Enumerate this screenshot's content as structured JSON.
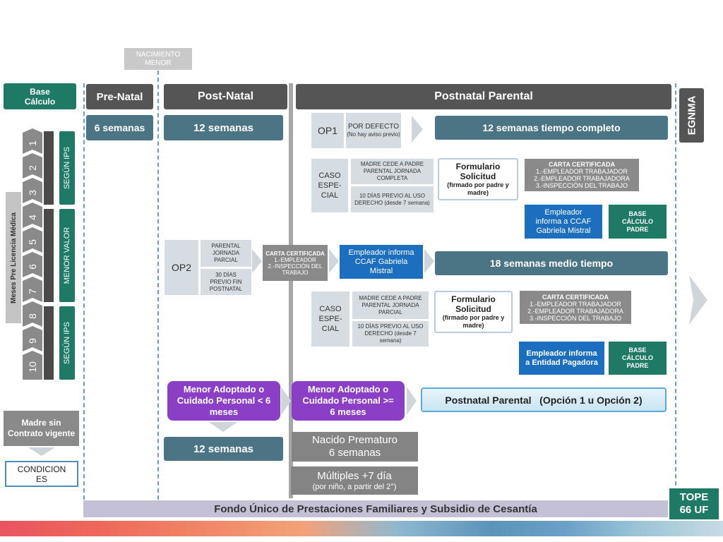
{
  "nacimiento": "NACIMIENTO MENOR",
  "base_calculo": "Base Cálculo",
  "headers": {
    "prenatal": "Pre-Natal",
    "postnatal": "Post-Natal",
    "postnatal_parental": "Postnatal Parental",
    "egnma": "EGNMA"
  },
  "weeks": {
    "prenatal": "6 semanas",
    "postnatal": "12 semanas"
  },
  "meses_label": "Meses Pre Licencia Médica",
  "months": [
    "1",
    "2",
    "3",
    "4",
    "5",
    "6",
    "7",
    "8",
    "9",
    "10"
  ],
  "side_labels": {
    "segun_ips_top": "SEGÚN IPS",
    "menor_valor": "MENOR VALOR",
    "segun_ips_bottom": "SEGÚN IPS"
  },
  "op1": {
    "label": "OP1",
    "default_title": "POR DEFECTO",
    "default_note": "(No hay aviso previo)",
    "result": "12 semanas tiempo completo"
  },
  "caso_especial": "CASO ESPE-CIAL",
  "case1": {
    "top": "MADRE CEDE A PADRE PARENTAL JORNADA COMPLETA",
    "bottom": "10 DÍAS PREVIO AL USO DERECHO (desde 7 semana)",
    "form_title": "Formulario Solicitud",
    "form_note": "(firmado por padre y madre)",
    "carta_title": "CARTA CERTIFICADA",
    "carta_1": "1.-EMPLEADOR TRABAJADOR",
    "carta_2": "2.-EMPLEADOR TRABAJADORA",
    "carta_3": "3.-INSPECCIÓN DEL TRABAJO",
    "empleador": "Empleador informa a CCAF Gabriela Mistral",
    "base": "BASE CÁLCULO PADRE"
  },
  "op2": {
    "label": "OP2",
    "top": "PARENTAL JORNADA PARCIAL",
    "bottom": "30 DÍAS PREVIO FIN POSTNATAL",
    "carta_title": "CARTA CERTIFICADA",
    "carta_1": "1.-EMPLEADOR",
    "carta_2": "2.-INSPECCIÓN DEL TRABAJO",
    "empleador": "Empleador informa CCAF Gabriela Mistral",
    "result": "18 semanas medio tiempo"
  },
  "case2": {
    "top": "MADRE CEDE A PADRE PARENTAL JORNADA PARCIAL",
    "bottom": "10 DÍAS PREVIO AL USO DERECHO (desde 7 semana)",
    "form_title": "Formulario Solicitud",
    "form_note": "(firmado por padre y madre)",
    "carta_title": "CARTA CERTIFICADA",
    "carta_1": "1.-EMPLEADOR TRABAJADOR",
    "carta_2": "2.-EMPLEADOR TRABAJADORA",
    "carta_3": "3.-INSPECCIÓN DEL TRABAJO",
    "empleador": "Empleador informa a Entidad Pagadora",
    "base": "BASE CÁLCULO PADRE"
  },
  "adopt1": "Menor Adoptado o Cuidado Personal < 6 meses",
  "adopt2": "Menor Adoptado o Cuidado Personal >= 6 meses",
  "adopt_weeks": "12 semanas",
  "postnatal_option": "Postnatal Parental   (Opción 1 u Opción 2)",
  "prematuro": {
    "line1": "Nacido Prematuro",
    "line2": "6 semanas"
  },
  "multiples": {
    "line1": "Múltiples +7 día",
    "line2": "(por niño, a partir del 2°)"
  },
  "madre_sin": "Madre sin Contrato vigente",
  "condiciones": "CONDICION ES",
  "fondo": "Fondo Único de Prestaciones Familiares y Subsidio de Cesantía",
  "tope": {
    "line1": "TOPE",
    "line2": "66 UF"
  },
  "colors": {
    "header": "#555555",
    "teal": "#4b7585",
    "green": "#1f7a65",
    "blue": "#1c6fbe",
    "purple": "#8a3fc6"
  }
}
